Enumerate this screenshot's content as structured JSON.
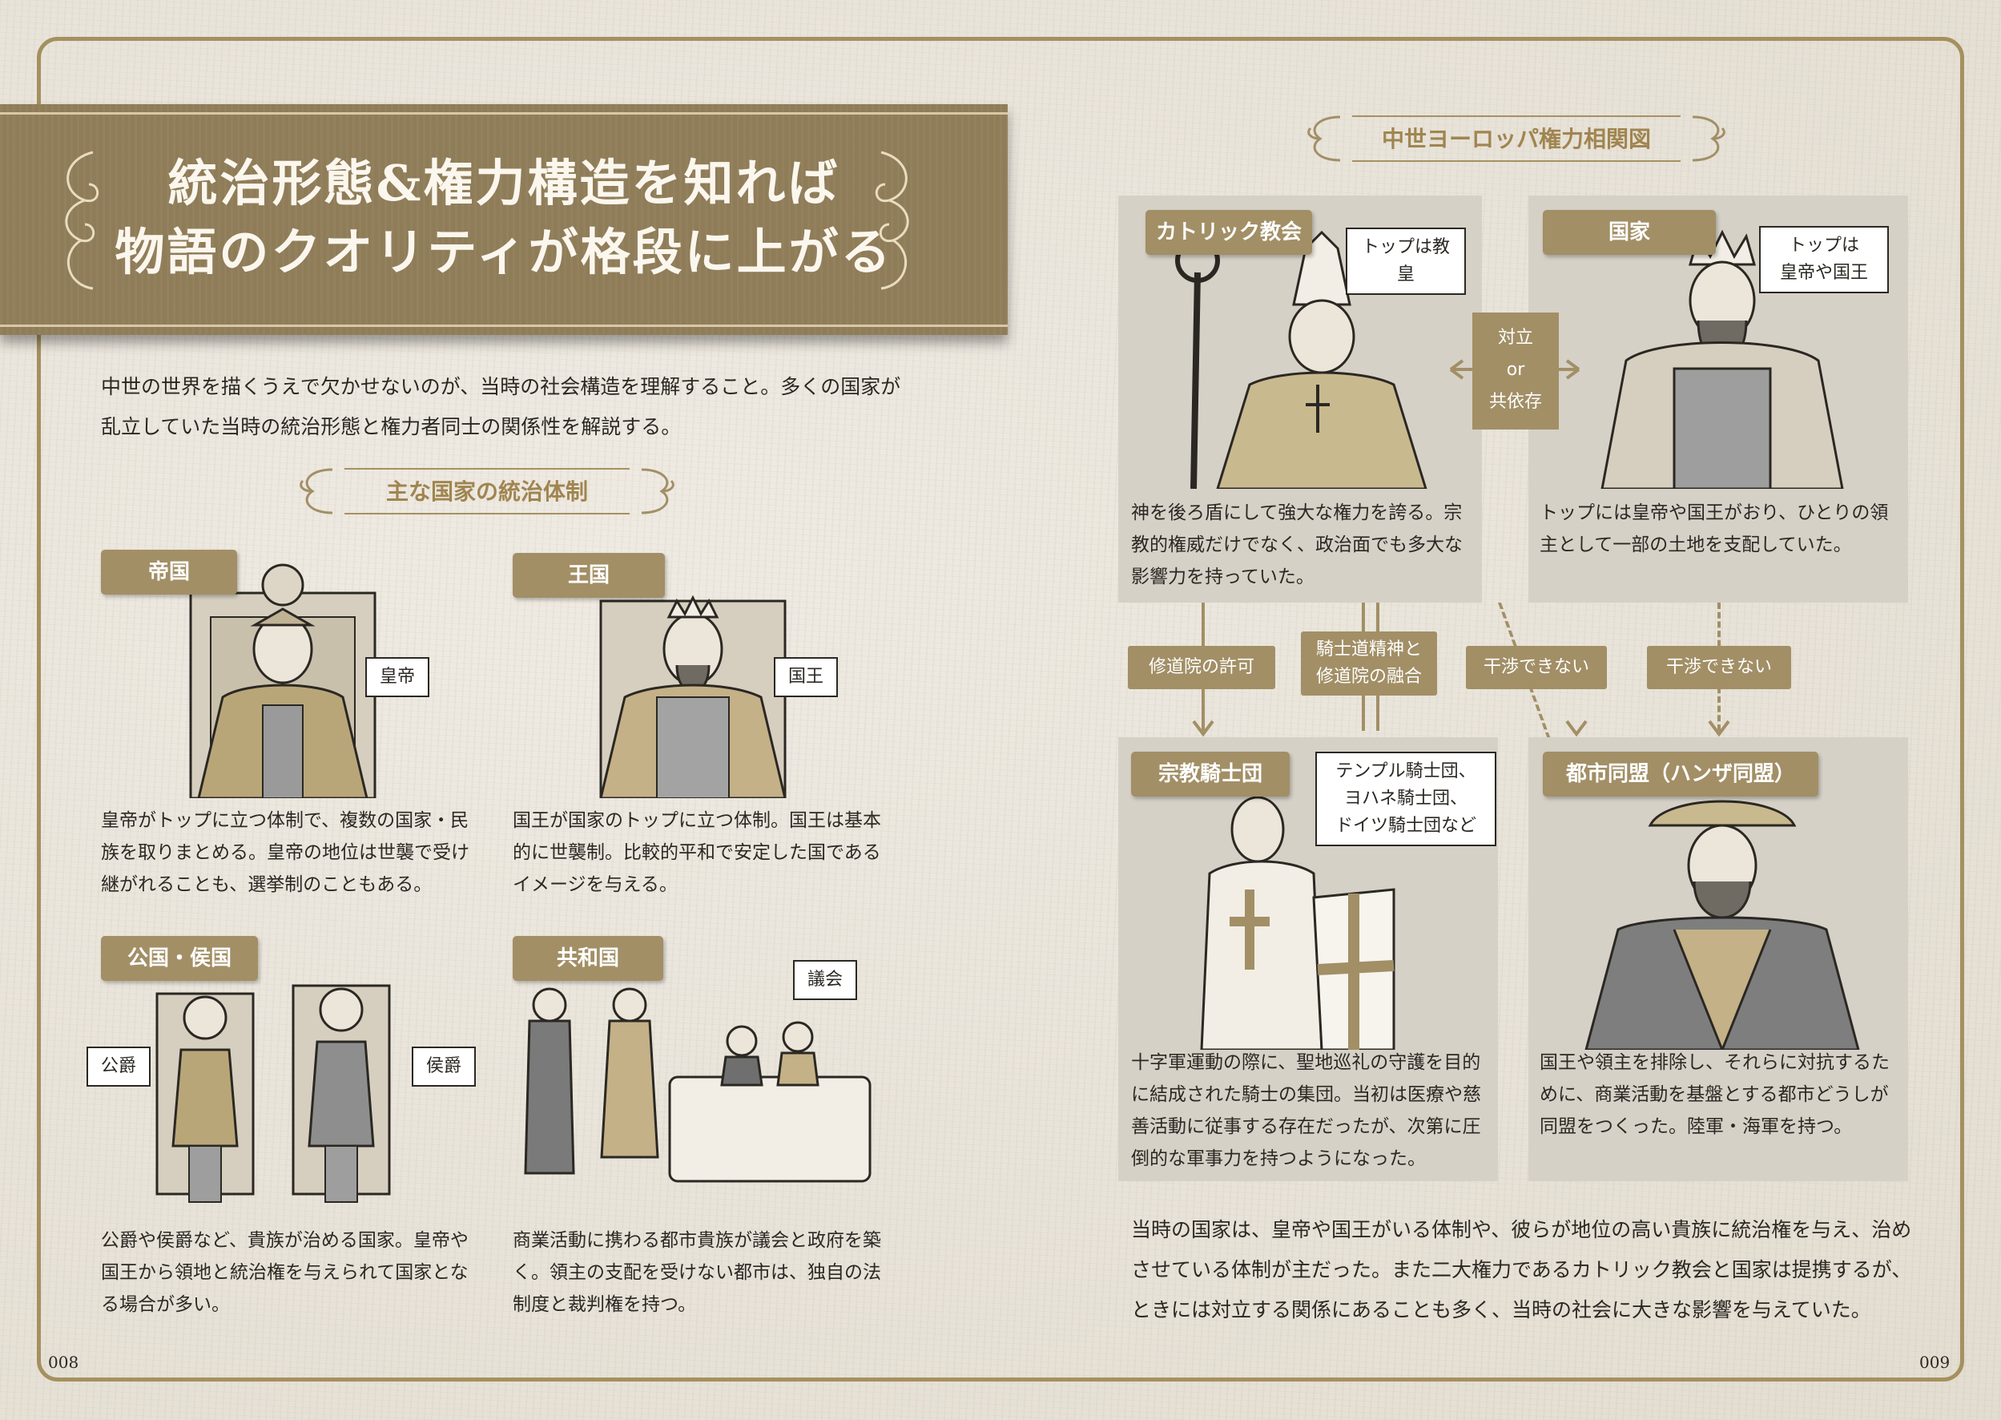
{
  "banner": {
    "line1": "統治形態&権力構造を知れば",
    "line2": "物語のクオリティが格段に上がる"
  },
  "intro": "中世の世界を描くうえで欠かせないのが、当時の社会構造を理解すること。多くの国家が乱立していた当時の統治形態と権力者同士の関係性を解説する。",
  "left_heading": "主な国家の統治体制",
  "left_items": [
    {
      "tag": "帝国",
      "bubble": "皇帝",
      "desc": "皇帝がトップに立つ体制で、複数の国家・民族を取りまとめる。皇帝の地位は世襲で受け継がれることも、選挙制のこともある。"
    },
    {
      "tag": "王国",
      "bubble": "国王",
      "desc": "国王が国家のトップに立つ体制。国王は基本的に世襲制。比較的平和で安定した国であるイメージを与える。"
    },
    {
      "tag": "公国・侯国",
      "bubble_left": "公爵",
      "bubble_right": "侯爵",
      "desc": "公爵や侯爵など、貴族が治める国家。皇帝や国王から領地と統治権を与えられて国家となる場合が多い。"
    },
    {
      "tag": "共和国",
      "bubble": "議会",
      "desc": "商業活動に携わる都市貴族が議会と政府を築く。領主の支配を受けない都市は、独自の法制度と裁判権を持つ。"
    }
  ],
  "right_heading": "中世ヨーロッパ権力相関図",
  "church": {
    "tag": "カトリック教会",
    "bubble": "トップは教皇",
    "desc": "神を後ろ盾にして強大な権力を誇る。宗教的権威だけでなく、政治面でも多大な影響力を持っていた。"
  },
  "state": {
    "tag": "国家",
    "bubble": "トップは\n皇帝や国王",
    "desc": "トップには皇帝や国王がおり、ひとりの領主として一部の土地を支配していた。"
  },
  "relation": {
    "l1": "対立",
    "l2": "or",
    "l3": "共依存"
  },
  "arrows": {
    "a1": "修道院の許可",
    "a2": "騎士道精神と\n修道院の融合",
    "a3": "干渉できない",
    "a4": "干渉できない"
  },
  "knights": {
    "tag": "宗教騎士団",
    "bubble": "テンプル騎士団、\nヨハネ騎士団、\nドイツ騎士団など",
    "desc": "十字軍運動の際に、聖地巡礼の守護を目的に結成された騎士の集団。当初は医療や慈善活動に従事する存在だったが、次第に圧倒的な軍事力を持つようになった。"
  },
  "hansa": {
    "tag": "都市同盟（ハンザ同盟）",
    "desc": "国王や領主を排除し、それらに対抗するために、商業活動を基盤とする都市どうしが同盟をつくった。陸軍・海軍を持つ。"
  },
  "footer": "当時の国家は、皇帝や国王がいる体制や、彼らが地位の高い貴族に統治権を与え、治めさせている体制が主だった。また二大権力であるカトリック教会と国家は提携するが、ときには対立する関係にあることも多く、当時の社会に大きな影響を与えていた。",
  "pages": {
    "left": "008",
    "right": "009"
  },
  "colors": {
    "accent": "#a28f66",
    "banner": "#8f7c58",
    "frame": "#a5905f"
  }
}
